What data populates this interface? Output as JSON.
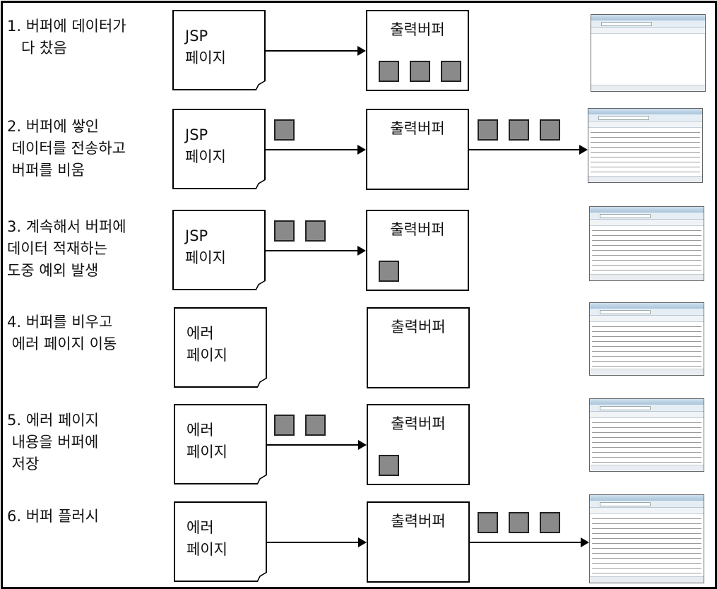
{
  "steps": [
    {
      "lines": [
        "1. 버퍼에 데이터가",
        "   다 찼음"
      ],
      "page": [
        "JSP",
        "페이지"
      ],
      "buffer": "출력버퍼",
      "pending": 0,
      "inside": 3,
      "sent": 0,
      "browser": "blank"
    },
    {
      "lines": [
        "2. 버퍼에 쌓인",
        " 데이터를 전송하고",
        " 버퍼를 비움"
      ],
      "page": [
        "JSP",
        "페이지"
      ],
      "buffer": "출력버퍼",
      "pending": 1,
      "inside": 0,
      "sent": 3,
      "browser": "filled"
    },
    {
      "lines": [
        "3. 계속해서 버퍼에",
        "데이터 적재하는",
        "도중 예외 발생"
      ],
      "page": [
        "JSP",
        "페이지"
      ],
      "buffer": "출력버퍼",
      "pending": 2,
      "inside": 1,
      "sent": 0,
      "browser": "filled"
    },
    {
      "lines": [
        "4. 버퍼를 비우고",
        " 에러 페이지 이동"
      ],
      "page": [
        "에러",
        "페이지"
      ],
      "buffer": "출력버퍼",
      "pending": 0,
      "inside": 0,
      "sent": 0,
      "browser": "filled"
    },
    {
      "lines": [
        "5. 에러 페이지",
        " 내용을 버퍼에",
        " 저장"
      ],
      "page": [
        "에러",
        "페이지"
      ],
      "buffer": "출력버퍼",
      "pending": 2,
      "inside": 1,
      "sent": 0,
      "browser": "filled"
    },
    {
      "lines": [
        "6. 버퍼 플러시"
      ],
      "page": [
        "에러",
        "페이지"
      ],
      "buffer": "출력버퍼",
      "pending": 0,
      "inside": 0,
      "sent": 3,
      "browser": "filled"
    }
  ]
}
